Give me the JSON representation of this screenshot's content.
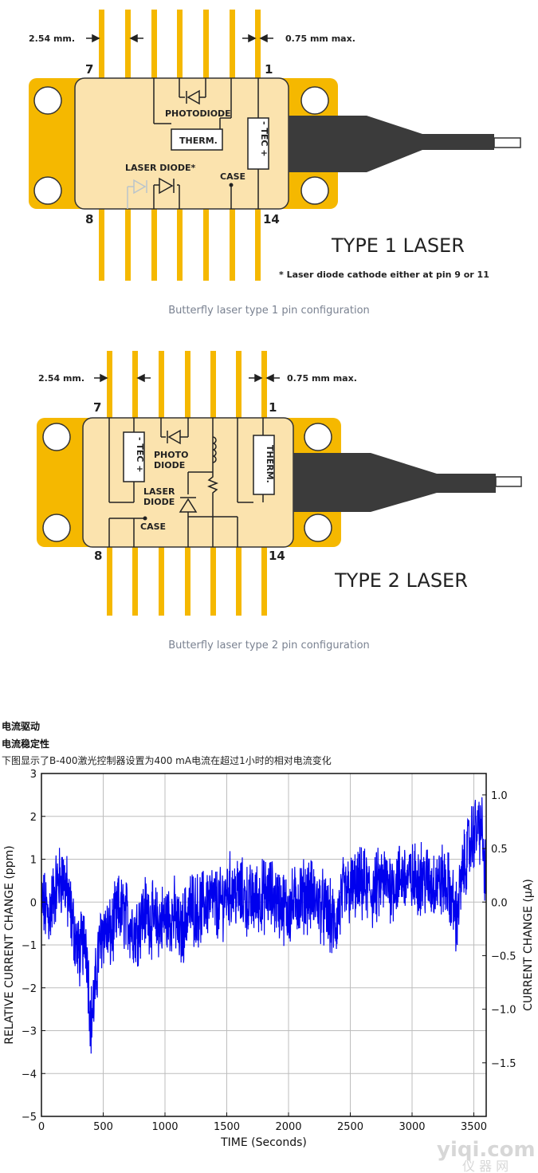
{
  "type1": {
    "pitch_label": "2.54 mm.",
    "max_label": "0.75 mm max.",
    "pin_top_left": "7",
    "pin_top_right": "1",
    "pin_bottom_left": "8",
    "pin_bottom_right": "14",
    "photodiode": "PHOTODIODE",
    "therm": "THERM.",
    "tec": "- TEC +",
    "laser_diode": "LASER DIODE*",
    "case": "CASE",
    "title": "TYPE 1 LASER",
    "note": "* Laser diode cathode either at pin 9 or 11",
    "caption": "Butterfly laser type 1 pin configuration"
  },
  "type2": {
    "pitch_label": "2.54 mm.",
    "max_label": "0.75 mm max.",
    "pin_top_left": "7",
    "pin_top_right": "1",
    "pin_bottom_left": "8",
    "pin_bottom_right": "14",
    "tec": "- TEC +",
    "photo": "PHOTO",
    "diode": "DIODE",
    "laser": "LASER",
    "laser_diode2": "DIODE",
    "case": "CASE",
    "therm": "THERM.",
    "title": "TYPE 2 LASER",
    "caption": "Butterfly laser type 2 pin configuration"
  },
  "section": {
    "heading": "电流驱动",
    "subheading": "电流稳定性",
    "description": "下图显示了B-400激光控制器设置为400 mA电流在超过1小时的相对电流变化"
  },
  "watermark": {
    "main": "yiqi.com",
    "sub": "仪 器 网"
  },
  "chart_data": {
    "type": "line",
    "xlabel": "TIME (Seconds)",
    "ylabel": "RELATIVE CURRENT CHANGE (ppm)",
    "y2label": "CURRENT CHANGE (μA)",
    "xlim": [
      0,
      3600
    ],
    "ylim": [
      -5,
      3
    ],
    "y2lim": [
      -2.0,
      1.2
    ],
    "xticks": [
      "0",
      "500",
      "1000",
      "1500",
      "2000",
      "2500",
      "3000",
      "3500"
    ],
    "yticks": [
      "−5",
      "−4",
      "−3",
      "−2",
      "−1",
      "0",
      "1",
      "2",
      "3"
    ],
    "y2ticks": [
      "−1.5",
      "−1.0",
      "−0.5",
      "0.0",
      "0.5",
      "1.0"
    ],
    "grid": true,
    "color": "#0000ee",
    "x": [
      0,
      60,
      120,
      180,
      240,
      300,
      360,
      400,
      430,
      460,
      500,
      560,
      620,
      680,
      760,
      840,
      920,
      1000,
      1080,
      1120,
      1200,
      1280,
      1360,
      1440,
      1520,
      1600,
      1680,
      1760,
      1840,
      1920,
      2000,
      2080,
      2160,
      2240,
      2320,
      2380,
      2440,
      2520,
      2600,
      2680,
      2760,
      2840,
      2920,
      3000,
      3080,
      3160,
      3240,
      3300,
      3360,
      3400,
      3450,
      3500,
      3560,
      3600
    ],
    "y": [
      0,
      -0.3,
      0.4,
      0.6,
      -0.3,
      -1.2,
      -0.8,
      -2.8,
      -2.2,
      -1.2,
      -0.6,
      -0.8,
      -0.2,
      -0.3,
      -0.7,
      -0.2,
      -0.5,
      -0.4,
      -0.3,
      -0.8,
      -0.1,
      -0.2,
      0.1,
      -0.1,
      0.3,
      0.2,
      0,
      0.1,
      0.2,
      0,
      -0.2,
      0.1,
      0.2,
      0,
      -0.3,
      -0.6,
      0.2,
      0.3,
      0.4,
      0.2,
      0.5,
      0.4,
      0.6,
      0.5,
      0.6,
      0.4,
      0.5,
      0.3,
      -0.4,
      0.5,
      1.2,
      1.6,
      1.8,
      0.3
    ]
  }
}
